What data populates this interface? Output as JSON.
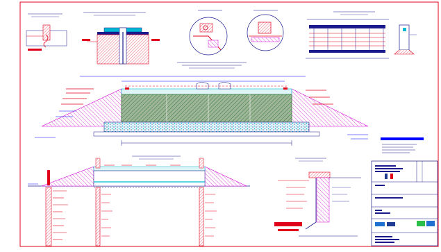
{
  "colors": {
    "border": "#e0001a",
    "dimension": "#0000ff",
    "road_section": "#2e7d32",
    "embankment": "#d400d4",
    "pipes": "#e0001a",
    "foundation": "#00b7d4",
    "title_text": "#1a1a8c"
  },
  "sheet": {
    "title_block": {
      "lines": [
        "",
        "",
        "",
        "",
        "",
        ""
      ]
    },
    "logos": [
      "french-flag-logo",
      "blue-company-logo",
      "green-company-logo"
    ]
  }
}
